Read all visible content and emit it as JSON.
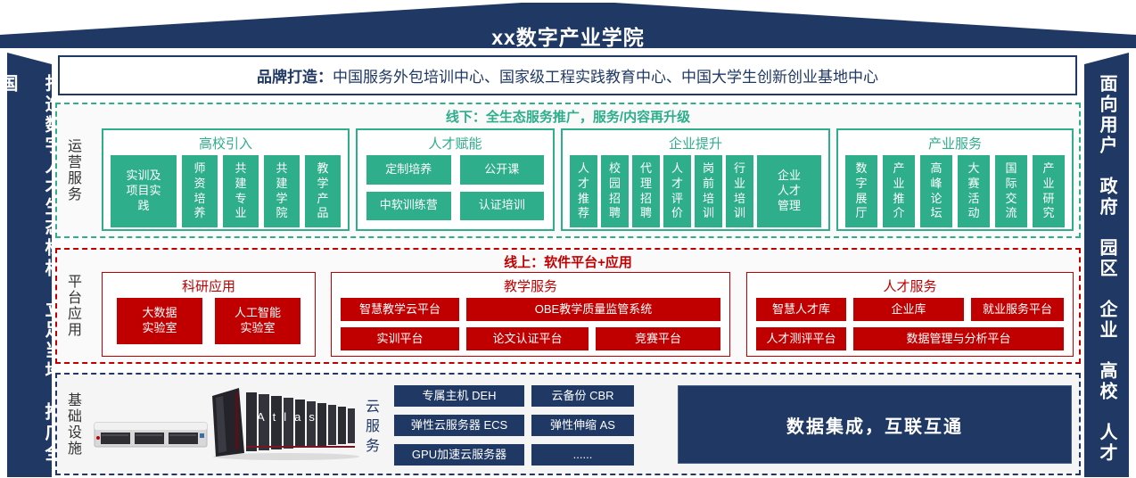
{
  "banner": {
    "title": "xx数字产业学院"
  },
  "left_sidebar": {
    "text": "打造数字人才生态标杆　立足当地　推广全国"
  },
  "right_sidebar": {
    "text": "面向用户　政府　园区　企业　高校　人才"
  },
  "brand": {
    "label": "品牌打造：",
    "text": "中国服务外包培训中心、国家级工程实践教育中心、中国大学生创新创业基地中心"
  },
  "operations": {
    "label": "运营服务",
    "header": "线下：全生态服务推广，服务/内容再升级",
    "groups": [
      {
        "title": "高校引入",
        "chips": [
          "实训及项目实践",
          "师资培养",
          "共建专业",
          "共建学院",
          "教学产品"
        ]
      },
      {
        "title": "人才赋能",
        "chips": [
          "定制培养",
          "公开课",
          "中软训练营",
          "认证培训"
        ]
      },
      {
        "title": "企业提升",
        "chips": [
          "人才推荐",
          "校园招聘",
          "代理招聘",
          "人才评价",
          "岗前培训",
          "行业培训",
          "企业人才管理"
        ]
      },
      {
        "title": "产业服务",
        "chips": [
          "数字展厅",
          "产业推介",
          "高峰论坛",
          "大赛活动",
          "国际交流",
          "产业研究"
        ]
      }
    ]
  },
  "platform": {
    "label": "平台应用",
    "header": "线上：软件平台+应用",
    "groups": [
      {
        "title": "科研应用",
        "chips": [
          "大数据实验室",
          "人工智能实验室"
        ]
      },
      {
        "title": "教学服务",
        "chips": [
          "智慧教学云平台",
          "OBE教学质量监管系统",
          "实训平台",
          "论文认证平台",
          "竞赛平台"
        ]
      },
      {
        "title": "人才服务",
        "chips": [
          "智慧人才库",
          "企业库",
          "就业服务平台",
          "人才测评平台",
          "数据管理与分析平台"
        ]
      }
    ]
  },
  "infrastructure": {
    "label": "基础设施",
    "cloud_label": "云服务",
    "cluster_label": "Atlas",
    "cloud_chips": [
      "专属主机 DEH",
      "云备份 CBR",
      "弹性云服务器 ECS",
      "弹性伸缩 AS",
      "GPU加速云服务器",
      "......"
    ],
    "integration": "数据集成，互联互通"
  },
  "colors": {
    "navy": "#1f3864",
    "green": "#2eae8b",
    "red": "#c00000"
  }
}
